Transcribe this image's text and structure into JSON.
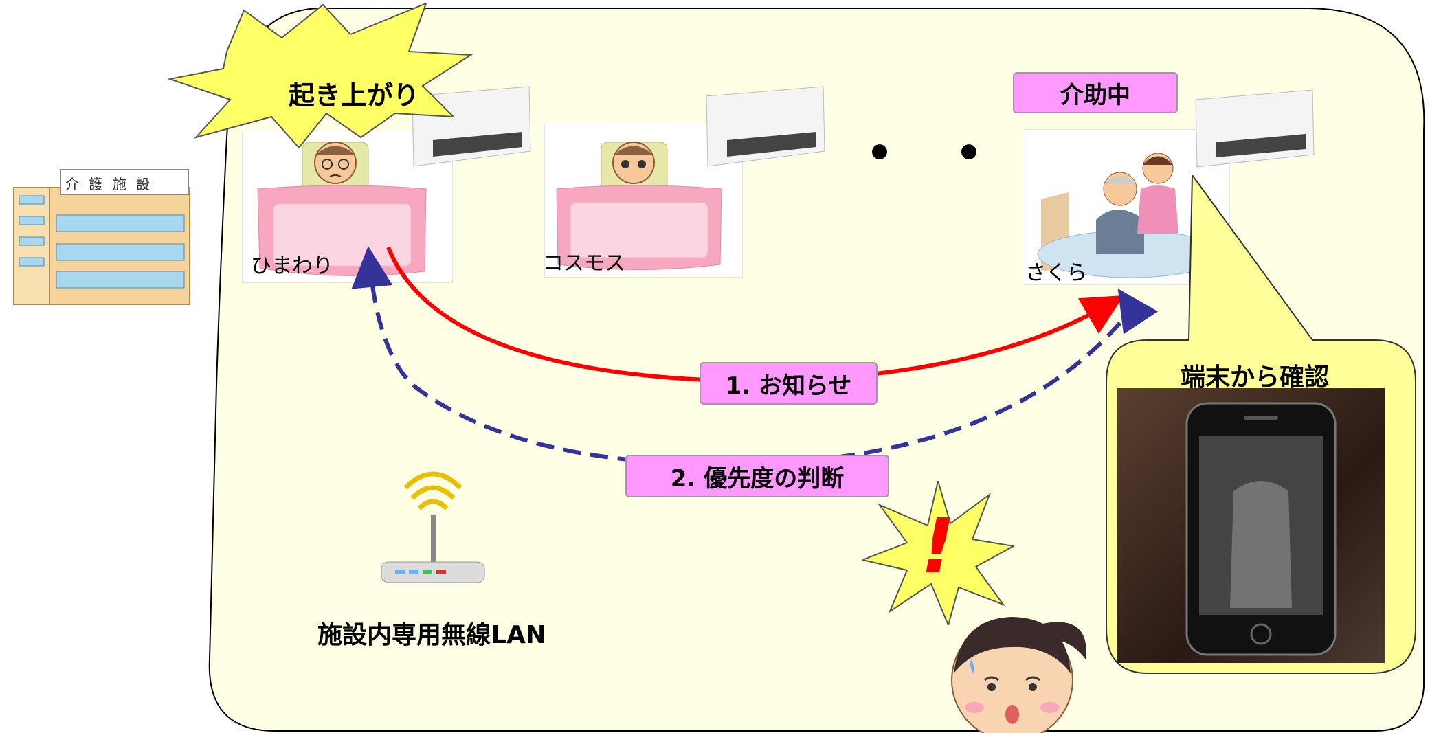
{
  "facility": {
    "sign": "介 護 施 設"
  },
  "rooms": [
    {
      "name": "ひまわり",
      "badge": "起き上がり"
    },
    {
      "name": "コスモス"
    },
    {
      "name": "さくら",
      "badge": "介助中"
    }
  ],
  "ellipsis": "・・",
  "arrows": {
    "notify_label": "1. お知らせ",
    "priority_label": "2. 優先度の判断",
    "notify_color": "#ff0000",
    "priority_color": "#333399"
  },
  "router": {
    "label": "施設内専用無線LAN"
  },
  "terminal": {
    "title": "端末から確認"
  },
  "alert": {
    "mark": "!"
  },
  "colors": {
    "panel": "#ffffe6",
    "callout": "#ffff99",
    "tag": "#ff99ff"
  }
}
